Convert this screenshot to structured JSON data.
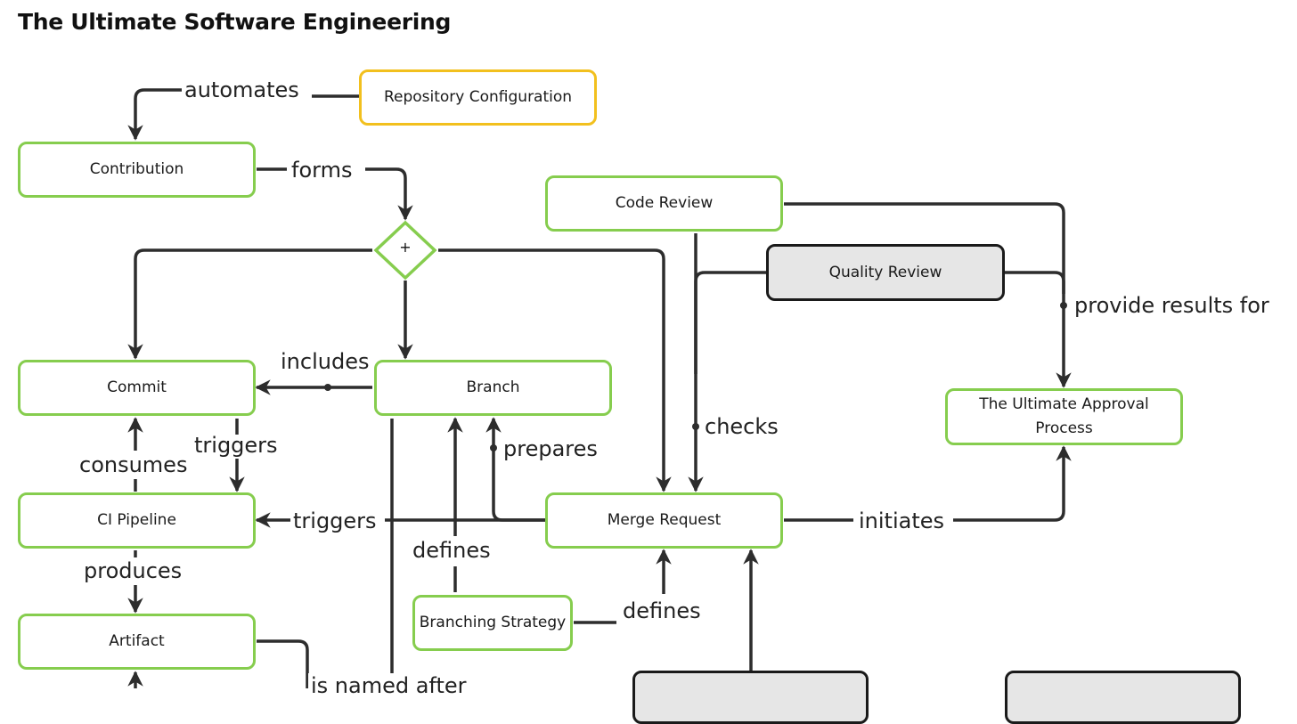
{
  "title": "The Ultimate Software Engineering",
  "colors": {
    "node_border_green": "#86cd4e",
    "node_border_yellow": "#f2c01e",
    "node_border_gray": "#1a1a1a",
    "node_fill_gray": "#e6e6e6",
    "edge": "#2d2d2d"
  },
  "nodes": {
    "repository_configuration": "Repository Configuration",
    "contribution": "Contribution",
    "gateway": "+",
    "code_review": "Code Review",
    "quality_review": "Quality Review",
    "commit": "Commit",
    "branch": "Branch",
    "approval_process": "The Ultimate Approval Process",
    "ci_pipeline": "CI Pipeline",
    "merge_request": "Merge Request",
    "artifact": "Artifact",
    "branching_strategy": "Branching Strategy",
    "bottom_node_1": "",
    "bottom_node_2": ""
  },
  "edges": {
    "automates": "automates",
    "forms": "forms",
    "includes": "includes",
    "triggers_commit_ci": "triggers",
    "consumes": "consumes",
    "triggers_mr_ci": "triggers",
    "produces": "produces",
    "prepares": "prepares",
    "defines_branch": "defines",
    "defines_mr": "defines",
    "checks": "checks",
    "provide_results_for": "provide results for",
    "initiates": "initiates",
    "is_named_after": "is named after"
  }
}
